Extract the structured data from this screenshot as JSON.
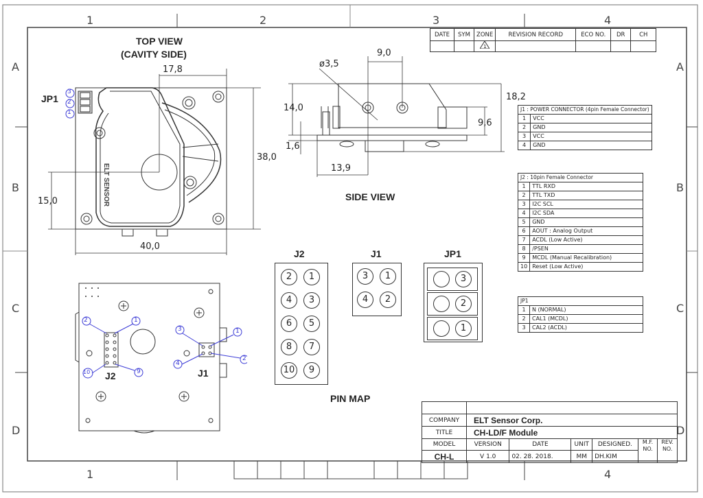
{
  "zones": {
    "top": [
      "1",
      "2",
      "3",
      "4"
    ],
    "bottom": [
      "1",
      "4"
    ],
    "left": [
      "A",
      "B",
      "C",
      "D"
    ],
    "right": [
      "A",
      "B",
      "C",
      "D"
    ]
  },
  "revision_block": {
    "headers": [
      "DATE",
      "SYM",
      "ZONE",
      "REVISION RECORD",
      "ECO NO.",
      "DR",
      "CH"
    ],
    "zone_symbol": "1"
  },
  "top_view": {
    "title_line1": "TOP VIEW",
    "title_line2": "(CAVITY SIDE)",
    "jp1_label": "JP1",
    "jp1_pins": [
      "3",
      "2",
      "1"
    ],
    "sensor_text": "ELT SENSOR",
    "dims": {
      "width": "40,0",
      "height": "38,0",
      "center_x": "17,8",
      "center_y": "15,0"
    }
  },
  "side_view": {
    "title": "SIDE VIEW",
    "dims": {
      "hole_dia": "ø3,5",
      "hole_spacing": "9,0",
      "body_height": "14,0",
      "pcb_thickness": "1,6",
      "total_height": "18,2",
      "connector_height": "9,6",
      "hole_offset": "13,9"
    }
  },
  "bottom_view": {
    "j2_label": "J2",
    "j1_label": "J1",
    "j2_callouts": [
      "2",
      "1",
      "10",
      "9"
    ],
    "j1_callouts": [
      "3",
      "1",
      "4",
      "2"
    ]
  },
  "pin_map": {
    "title": "PIN MAP",
    "j2": {
      "label": "J2",
      "pins": [
        [
          "2",
          "1"
        ],
        [
          "4",
          "3"
        ],
        [
          "6",
          "5"
        ],
        [
          "8",
          "7"
        ],
        [
          "10",
          "9"
        ]
      ]
    },
    "j1": {
      "label": "J1",
      "pins": [
        [
          "3",
          "1"
        ],
        [
          "4",
          "2"
        ]
      ]
    },
    "jp1": {
      "label": "JP1",
      "pins": [
        "3",
        "2",
        "1"
      ]
    }
  },
  "j1_table": {
    "header": "J1 : POWER CONNECTOR (4pin Female Connector)",
    "rows": [
      {
        "n": "1",
        "name": "VCC"
      },
      {
        "n": "2",
        "name": "GND"
      },
      {
        "n": "3",
        "name": "VCC"
      },
      {
        "n": "4",
        "name": "GND"
      }
    ]
  },
  "j2_table": {
    "header": "J2 : 10pin Female Connector",
    "rows": [
      {
        "n": "1",
        "name": "TTL RXD"
      },
      {
        "n": "2",
        "name": "TTL TXD"
      },
      {
        "n": "3",
        "name": "I2C SCL"
      },
      {
        "n": "4",
        "name": "I2C SDA"
      },
      {
        "n": "5",
        "name": "GND"
      },
      {
        "n": "6",
        "name": "AOUT : Analog Output"
      },
      {
        "n": "7",
        "name": "ACDL (Low Active)"
      },
      {
        "n": "8",
        "name": "/PSEN"
      },
      {
        "n": "9",
        "name": "MCDL (Manual Recalibration)"
      },
      {
        "n": "10",
        "name": "Reset (Low Active)"
      }
    ]
  },
  "jp1_table": {
    "header": "JP1",
    "rows": [
      {
        "n": "1",
        "name": "N (NORMAL)"
      },
      {
        "n": "2",
        "name": "CAL1 (MCDL)"
      },
      {
        "n": "3",
        "name": "CAL2 (ACDL)"
      }
    ]
  },
  "title_block": {
    "company_label": "COMPANY",
    "company": "ELT Sensor Corp.",
    "title_label": "TITLE",
    "title": "CH-LD/F Module",
    "headers": [
      "MODEL",
      "VERSION",
      "DATE",
      "UNIT",
      "DESIGNED.",
      "M.F. NO.",
      "REV. NO."
    ],
    "values": [
      "CH-L",
      "V 1.0",
      "02. 28. 2018.",
      "MM",
      "DH.KIM",
      "",
      ""
    ]
  }
}
